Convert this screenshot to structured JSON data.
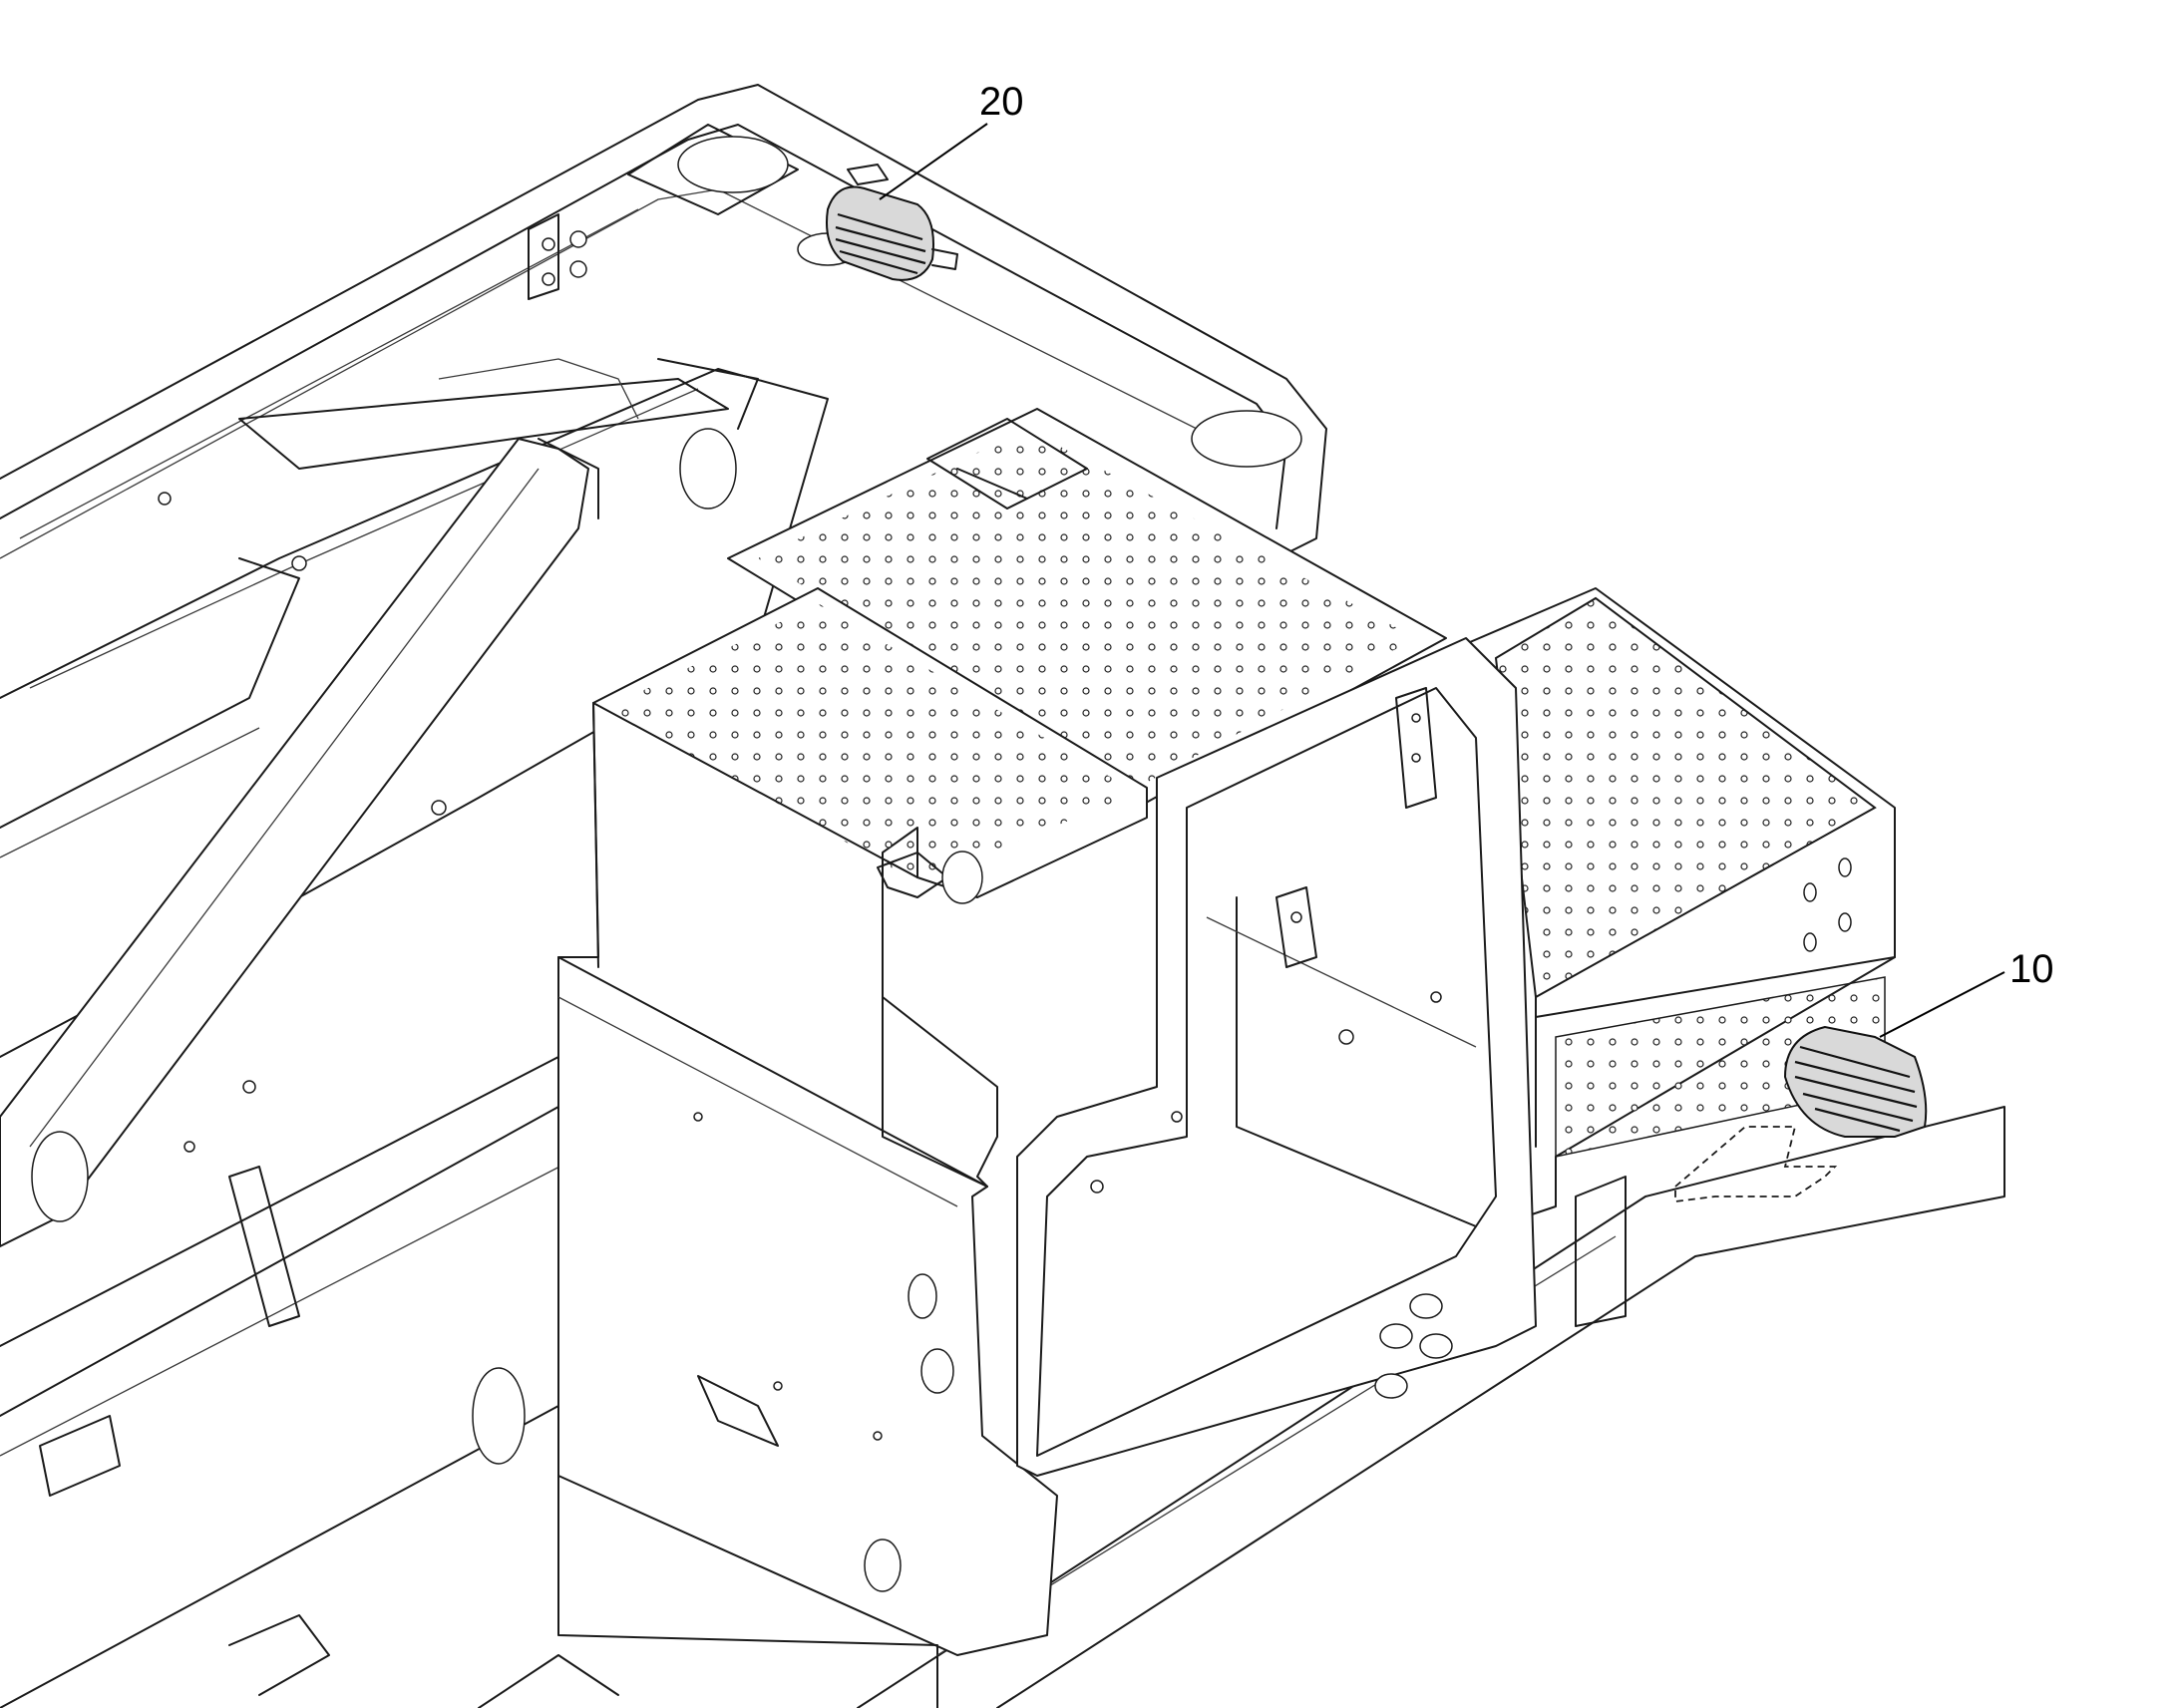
{
  "callouts": [
    {
      "id": "work-light-rear",
      "label": "20"
    },
    {
      "id": "work-light-side",
      "label": "10"
    }
  ],
  "colors": {
    "line": "#1a1a1a",
    "background": "#ffffff"
  }
}
